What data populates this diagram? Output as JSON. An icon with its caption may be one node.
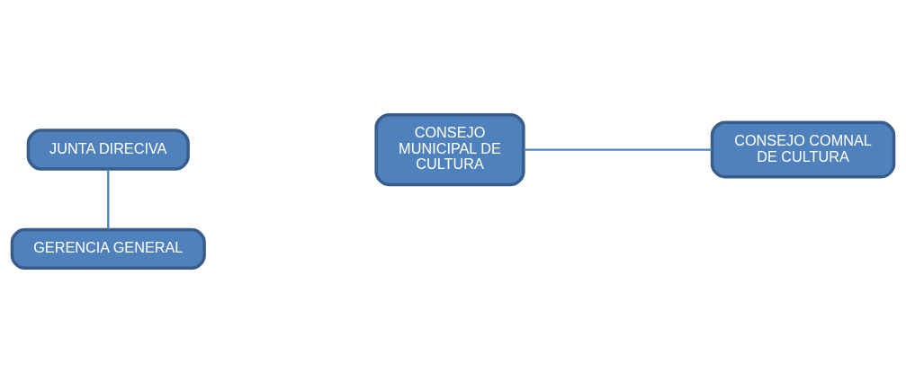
{
  "diagram": {
    "nodes": [
      {
        "text": [
          "JUNTA DIRECIVA"
        ]
      },
      {
        "text": [
          "CONSEJO MUNICIPAL DE CULTURA"
        ]
      },
      {
        "text": [
          "CONSEJO COMNAL DE CULTURA"
        ]
      },
      {
        "text": [
          "GERENCIA GENERAL"
        ]
      }
    ],
    "edges": [
      {
        "from": 0,
        "to": 3,
        "arrow": "none"
      },
      {
        "from": 1,
        "to": 2,
        "arrow": "none"
      }
    ]
  }
}
